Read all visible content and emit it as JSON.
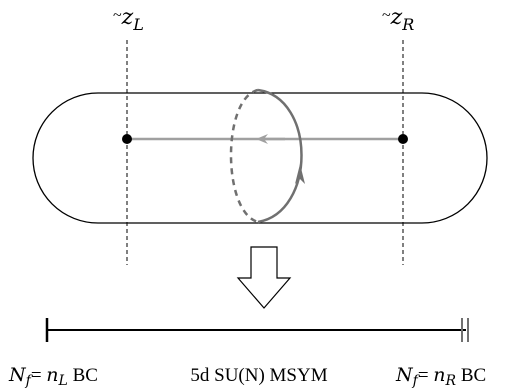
{
  "labels": {
    "z_left": {
      "tilde": "~",
      "base": "z",
      "sub": "L"
    },
    "z_right": {
      "tilde": "~",
      "base": "z",
      "sub": "R"
    },
    "bc_left": {
      "n_sym": "N",
      "n_sub": "f",
      "eq": "= ",
      "val_sym": "n",
      "val_sub": "L",
      "tail": " BC"
    },
    "bc_right": {
      "n_sym": "N",
      "n_sub": "f",
      "eq": "= ",
      "val_sym": "n",
      "val_sub": "R",
      "tail": " BC"
    },
    "center": "5d SU(N) MSYM"
  },
  "colors": {
    "ink": "#000000",
    "gray_line": "#a0a0a0",
    "loop": "#707070"
  }
}
